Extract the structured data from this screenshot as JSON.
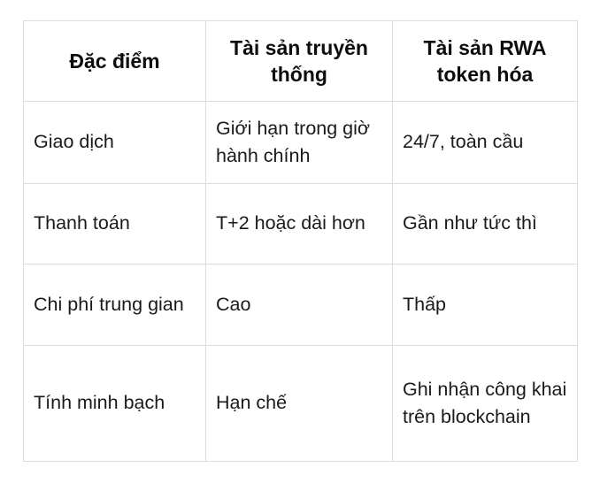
{
  "table": {
    "columns": [
      {
        "key": "feature",
        "header": "Đặc điểm"
      },
      {
        "key": "traditional",
        "header": "Tài sản truyền thống"
      },
      {
        "key": "rwa",
        "header": "Tài sản RWA token hóa"
      }
    ],
    "rows": [
      {
        "feature": "Giao dịch",
        "traditional": "Giới hạn trong giờ hành chính",
        "rwa": "24/7, toàn cầu"
      },
      {
        "feature": "Thanh toán",
        "traditional": "T+2 hoặc dài hơn",
        "rwa": "Gần như tức thì"
      },
      {
        "feature": "Chi phí trung gian",
        "traditional": "Cao",
        "rwa": "Thấp"
      },
      {
        "feature": "Tính minh bạch",
        "traditional": "Hạn chế",
        "rwa": "Ghi nhận công khai trên blockchain"
      }
    ]
  },
  "style": {
    "border_color": "#dcdcdc",
    "background": "#ffffff",
    "text_color": "#1a1a1a",
    "header_text_color": "#0d0d0d"
  }
}
